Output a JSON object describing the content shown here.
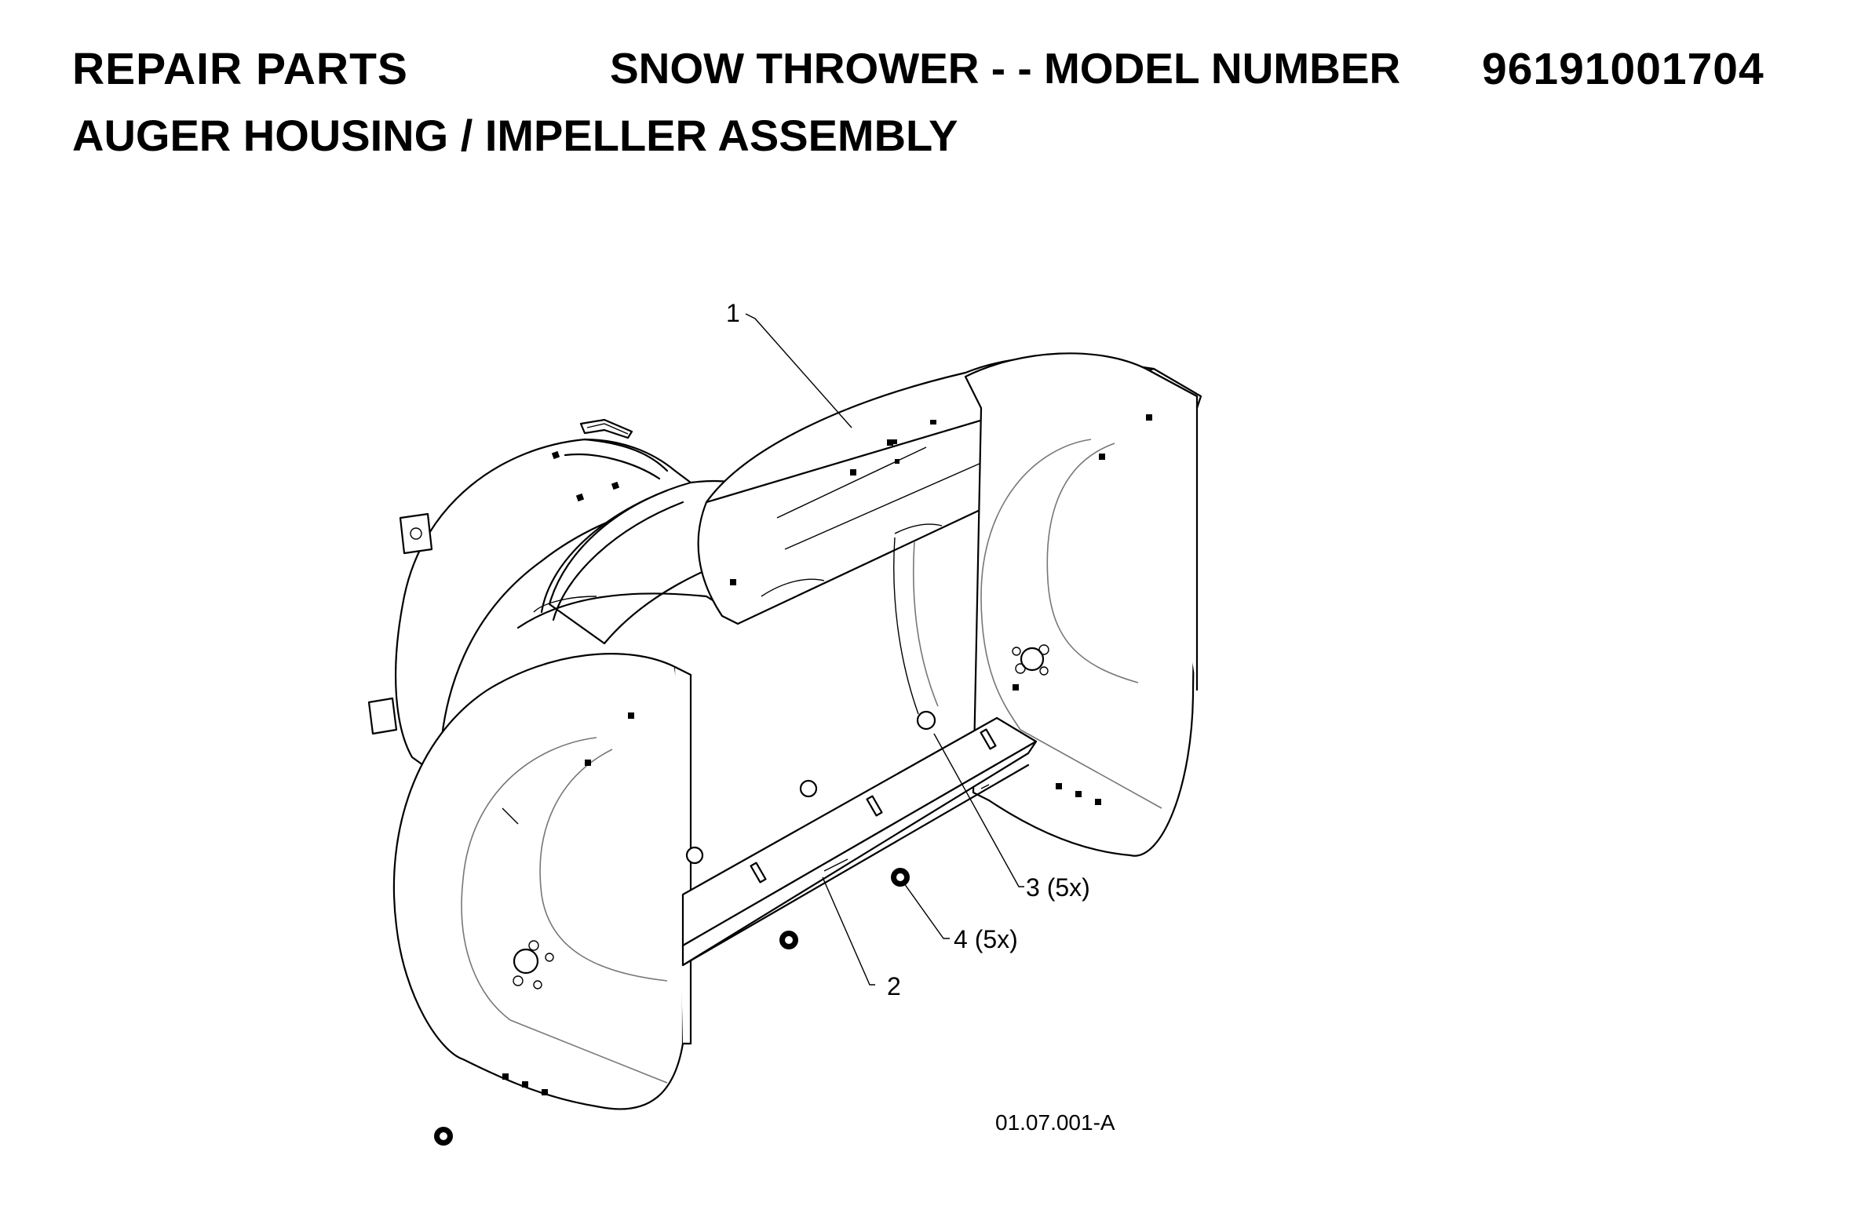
{
  "header": {
    "section_title": "REPAIR PARTS",
    "product_title": "SNOW THROWER - - MODEL NUMBER",
    "model_number": "96191001704",
    "subtitle": "AUGER HOUSING / IMPELLER ASSEMBLY"
  },
  "diagram": {
    "callouts": [
      {
        "id": "1",
        "label": "1"
      },
      {
        "id": "2",
        "label": "2"
      },
      {
        "id": "3",
        "label": "3 (5x)"
      },
      {
        "id": "4",
        "label": "4 (5x)"
      }
    ],
    "reference_code": "01.07.001-A"
  }
}
